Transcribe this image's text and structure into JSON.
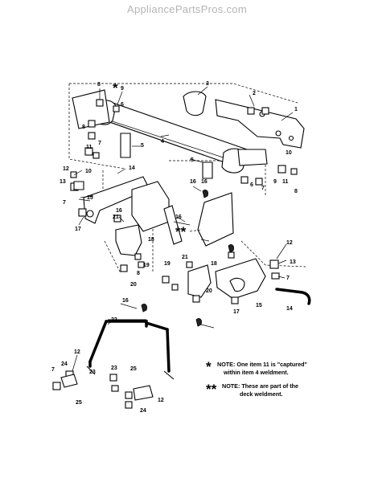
{
  "watermark": "AppliancePartsPros.com",
  "part_labels": {
    "p1": "1",
    "p2": "2",
    "p3": "3",
    "p4": "4",
    "p5a": "5",
    "p5b": "5",
    "p6a": "6",
    "p6b": "6",
    "p7a": "7",
    "p7b": "7",
    "p7c": "7",
    "p7d": "7",
    "p7e": "7",
    "p8a": "8",
    "p8b": "8",
    "p8c": "8",
    "p8d": "8",
    "p9a": "9",
    "p9b": "9",
    "p10a": "10",
    "p10b": "10",
    "p11a": "11",
    "p11b": "11",
    "p12a": "12",
    "p12b": "12",
    "p12c": "12",
    "p12d": "12",
    "p13a": "13",
    "p13b": "13",
    "p14a": "14",
    "p14b": "14",
    "p15a": "15",
    "p15b": "15",
    "p16a": "16",
    "p16b": "16",
    "p16c": "16",
    "p16d": "16",
    "p16e": "16",
    "p17a": "17",
    "p17b": "17",
    "p18a": "18",
    "p18b": "18",
    "p19a": "19",
    "p19b": "19",
    "p20a": "20",
    "p20b": "20",
    "p21a": "21",
    "p21b": "21",
    "p22": "22",
    "p23a": "23",
    "p23b": "23",
    "p24a": "24",
    "p24b": "24",
    "p25a": "25",
    "p25b": "25"
  },
  "notes": {
    "star1": "*",
    "star2": "**",
    "note1_line1": "NOTE: One item 11 is \"captured\"",
    "note1_line2": "within item 4 weldment.",
    "note2_line1": "NOTE: These are part of the",
    "note2_line2": "deck weldment."
  }
}
